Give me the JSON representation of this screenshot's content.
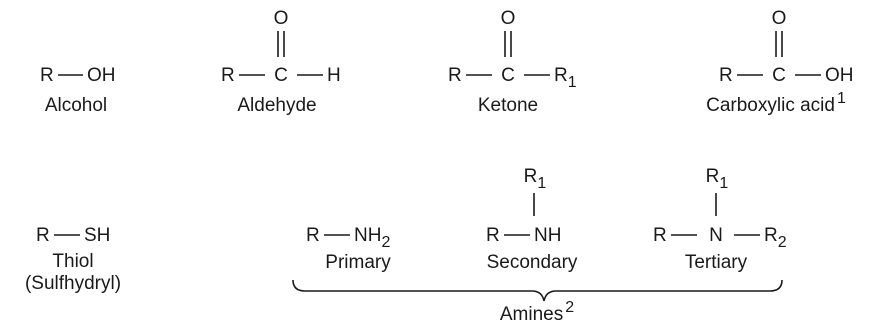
{
  "groups": {
    "alcohol": {
      "r": "R",
      "oh": "OH",
      "name": "Alcohol"
    },
    "aldehyde": {
      "r": "R",
      "c": "C",
      "h": "H",
      "o": "O",
      "name": "Aldehyde"
    },
    "ketone": {
      "r": "R",
      "c": "C",
      "r1": "R",
      "r1_sub": "1",
      "o": "O",
      "name": "Ketone"
    },
    "carboxylic_acid": {
      "r": "R",
      "c": "C",
      "oh": "OH",
      "o": "O",
      "name": "Carboxylic acid",
      "note": "1"
    },
    "thiol": {
      "r": "R",
      "sh": "SH",
      "name": "Thiol",
      "alt_name": "(Sulfhydryl)"
    },
    "primary_amine": {
      "r": "R",
      "nh": "NH",
      "nh_sub": "2",
      "name": "Primary"
    },
    "secondary_amine": {
      "r": "R",
      "nh": "NH",
      "r1": "R",
      "r1_sub": "1",
      "name": "Secondary"
    },
    "tertiary_amine": {
      "r": "R",
      "n": "N",
      "r1": "R",
      "r1_sub": "1",
      "r2": "R",
      "r2_sub": "2",
      "name": "Tertiary"
    }
  },
  "amines_label": {
    "name": "Amines",
    "note": "2"
  }
}
